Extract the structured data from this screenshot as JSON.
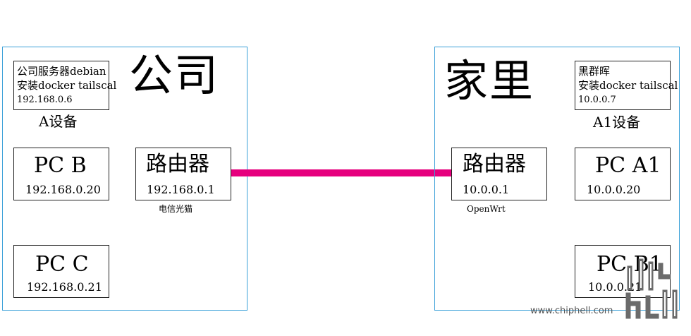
{
  "company": {
    "label": "公司",
    "server": {
      "line1": "公司服务器debian",
      "line2": "安装docker tailscal",
      "ip": "192.168.0.6"
    },
    "device_label": "A设备",
    "router": {
      "title": "路由器",
      "ip": "192.168.0.1",
      "caption": "电信光猫"
    },
    "pc_b": {
      "title": "PC B",
      "ip": "192.168.0.20"
    },
    "pc_c": {
      "title": "PC C",
      "ip": "192.168.0.21"
    }
  },
  "home": {
    "label": "家里",
    "server": {
      "line1": "黑群晖",
      "line2": "安装docker tailscal",
      "ip": "10.0.0.7"
    },
    "device_label": "A1设备",
    "router": {
      "title": "路由器",
      "ip": "10.0.0.1",
      "caption": "OpenWrt"
    },
    "pc_a1": {
      "title": "PC A1",
      "ip": "10.0.0.20"
    },
    "pc_b1": {
      "title": "PC B1",
      "ip": "10.0.0.21"
    }
  },
  "watermark": {
    "site": "www.chiphell.com"
  },
  "colors": {
    "zone_border": "#3aa0d8",
    "link": "#e6007e",
    "box_border": "#222222"
  }
}
